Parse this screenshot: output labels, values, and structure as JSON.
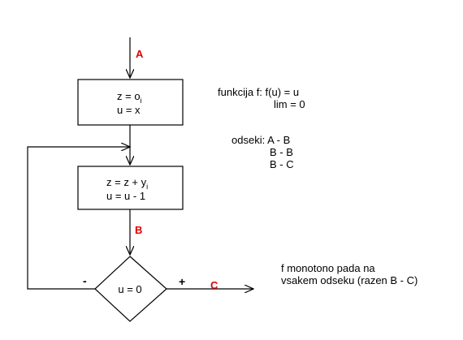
{
  "flowchart": {
    "edge_labels": {
      "a": "A",
      "b": "B",
      "c": "C"
    },
    "box1": {
      "line1_prefix": "z = o",
      "line1_sub": "i",
      "line2": "u = x"
    },
    "box2": {
      "line1_prefix": "z = z + y",
      "line1_sub": "i",
      "line2": "u = u - 1"
    },
    "decision": {
      "condition": "u = 0",
      "minus_label": "-",
      "plus_label": "+"
    }
  },
  "notes": {
    "function": [
      "funkcija f: f(u) = u",
      "lim = 0"
    ],
    "segments": [
      "odseki: A - B",
      "B - B",
      "B - C"
    ],
    "monotone": [
      "f monotono pada na",
      "vsakem odseku (razen B - C)"
    ]
  },
  "colors": {
    "line": "#000000",
    "label_red": "#e00000",
    "background": "#ffffff"
  }
}
